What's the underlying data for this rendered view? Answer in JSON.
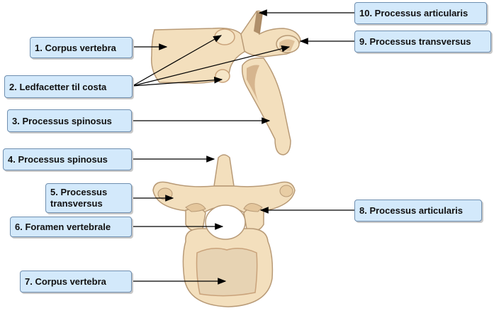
{
  "labels": {
    "l1": "1. Corpus vertebra",
    "l2": "2. Ledfacetter til costa",
    "l3": "3. Processus spinosus",
    "l4": "4. Processus spinosus",
    "l5": "5. Processus\ntransversus",
    "l6": "6. Foramen vertebrale",
    "l7": "7. Corpus vertebra",
    "l8": "8. Processus articularis",
    "l9": "9. Processus transversus",
    "l10": "10. Processus articularis"
  },
  "colors": {
    "label_fill": "#d3e9fb",
    "label_border": "#6f8fb0",
    "bone": "#f3dfbd",
    "bone_shadow": "#c9a27a",
    "arrow": "#000000"
  }
}
